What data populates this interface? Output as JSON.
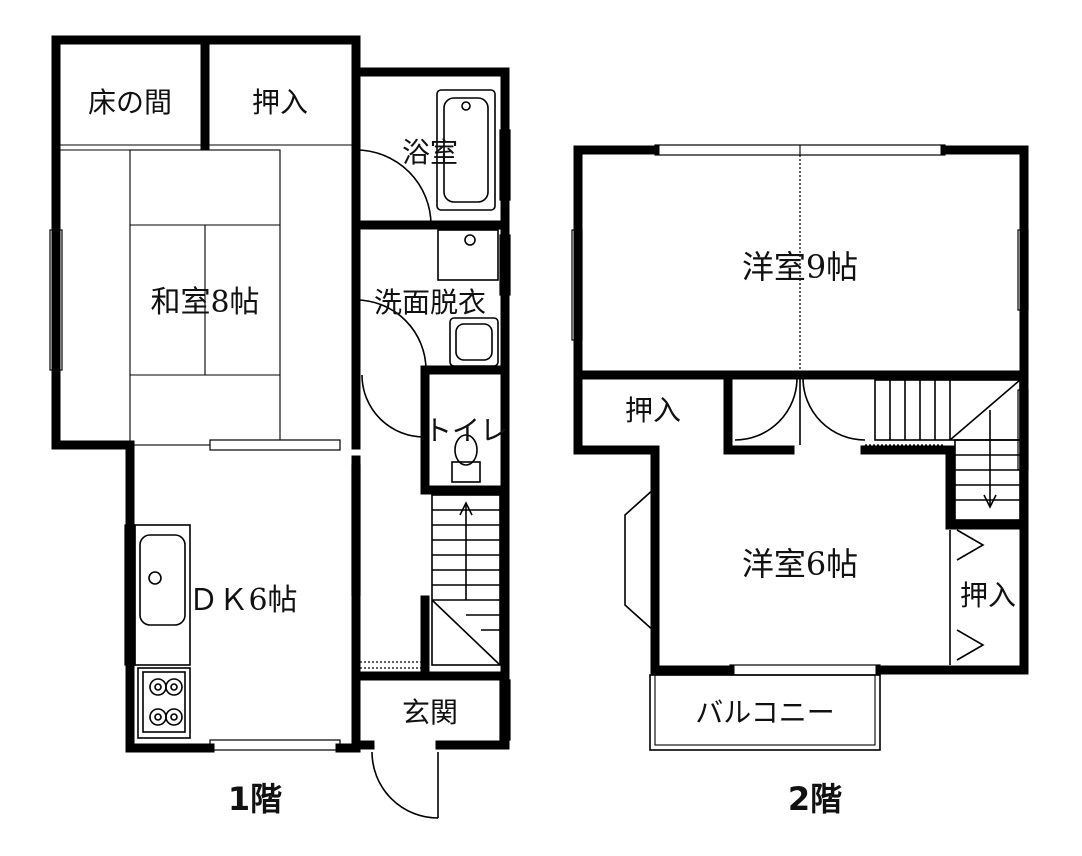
{
  "floors": [
    {
      "label": "1階",
      "rooms": {
        "tokonoma": "床の間",
        "closet": "押入",
        "bath": "浴室",
        "washroom": "洗面脱衣",
        "washitsu": "和室8帖",
        "toilet": "トイレ",
        "dk": "ＤＫ6帖",
        "entrance": "玄関"
      }
    },
    {
      "label": "2階",
      "rooms": {
        "western9": "洋室9帖",
        "closet_left": "押入",
        "western6": "洋室6帖",
        "closet_right": "押入",
        "balcony": "バルコニー"
      }
    }
  ]
}
